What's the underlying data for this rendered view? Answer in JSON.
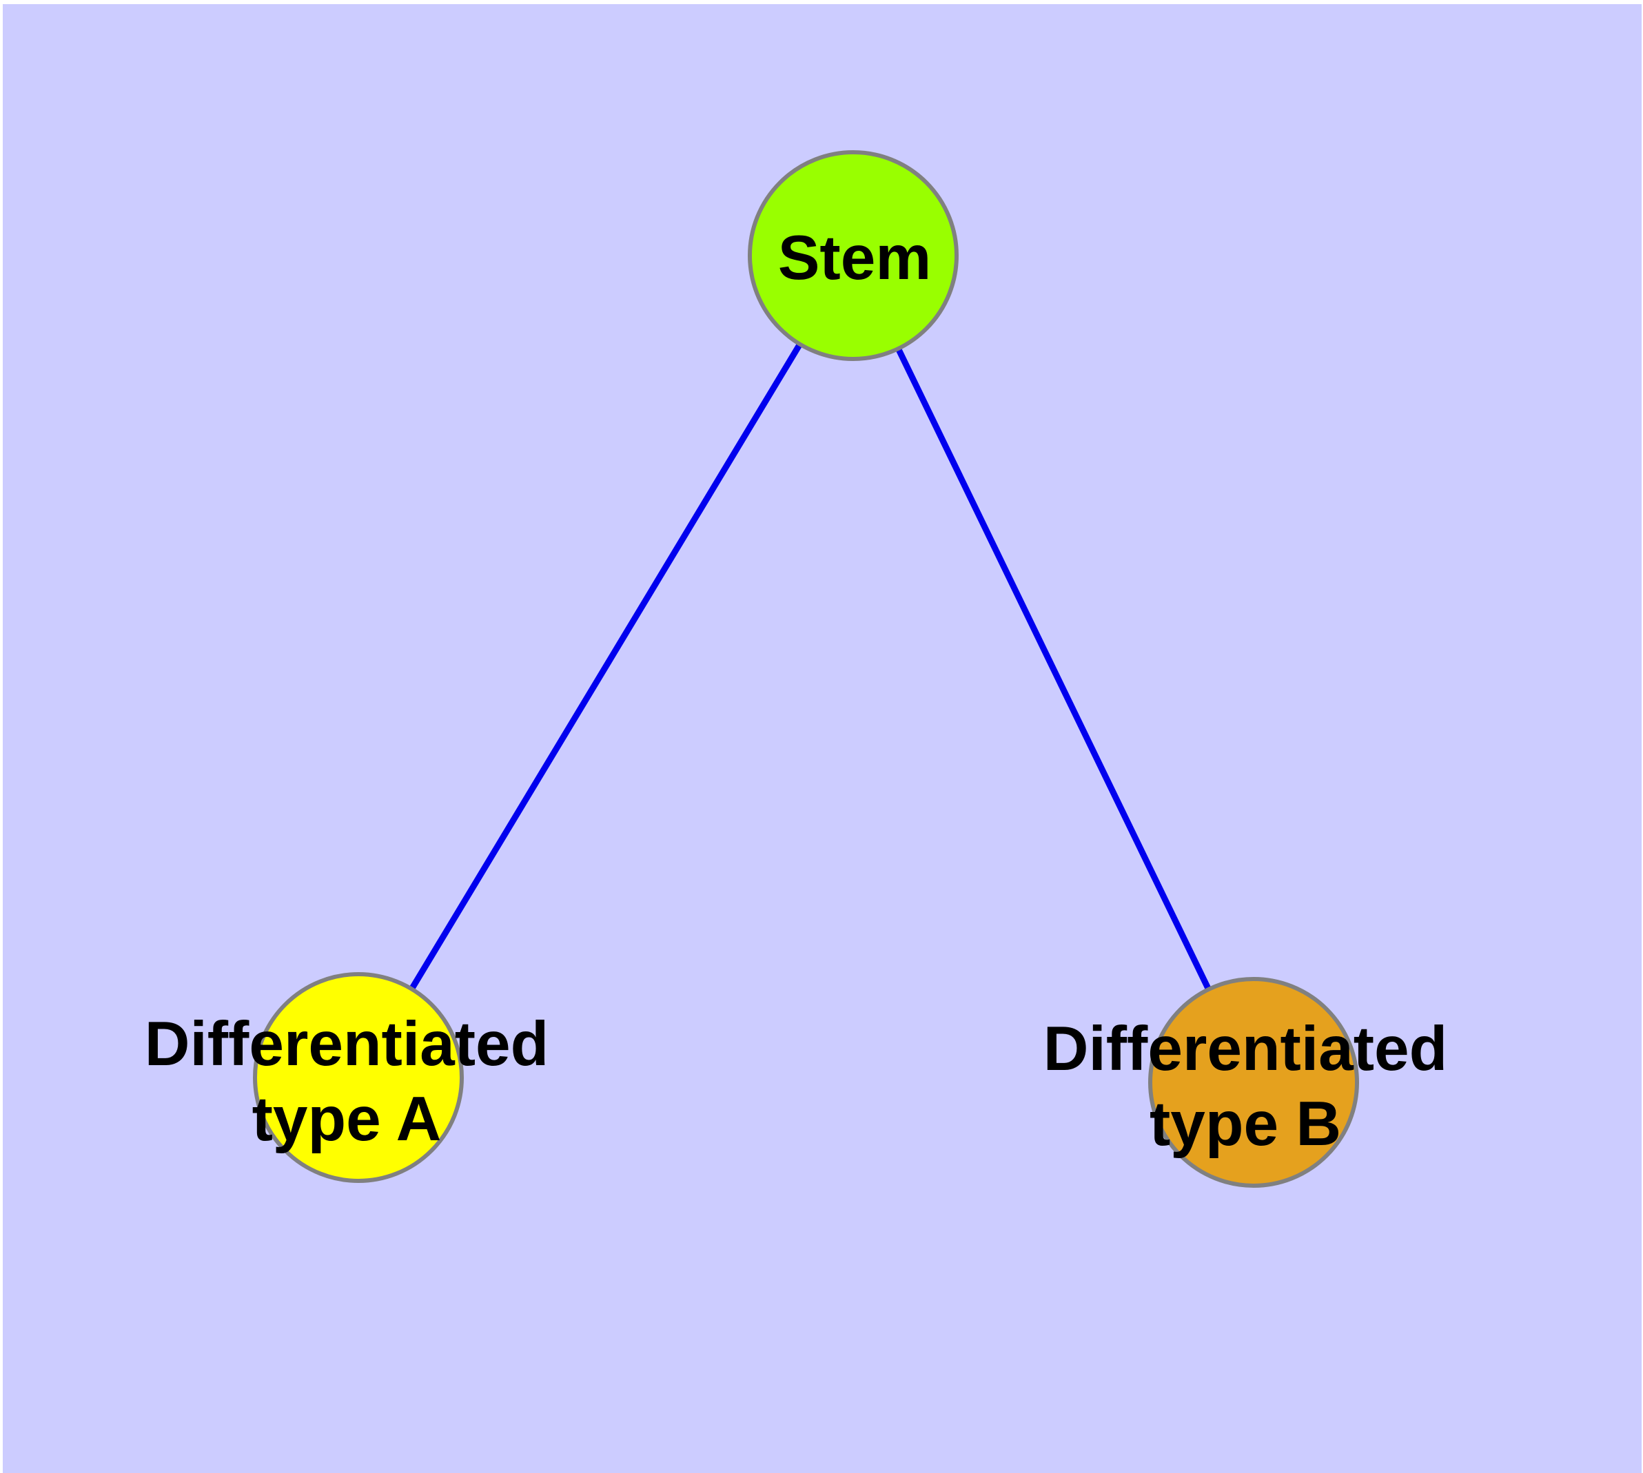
{
  "canvas": {
    "background_color": "#CCCCFF",
    "margin_color": "#FFFFFF"
  },
  "graph": {
    "type": "node-link-diagram",
    "edge_color": "#0000EE",
    "edge_width": 9,
    "node_border_color": "#808080",
    "node_border_width": 6,
    "label_color": "#000000",
    "nodes": [
      {
        "id": "stem",
        "label": "Stem",
        "fill": "#99FF00"
      },
      {
        "id": "differentiated-type-a",
        "label_line1": "Differentiated",
        "label_line2": "type A",
        "fill": "#FFFF00"
      },
      {
        "id": "differentiated-type-b",
        "label_line1": "Differentiated",
        "label_line2": "type B",
        "fill": "#E5A11E"
      }
    ],
    "edges": [
      {
        "from": "Stem",
        "to": "Differentiated type A"
      },
      {
        "from": "Stem",
        "to": "Differentiated type B"
      }
    ]
  }
}
